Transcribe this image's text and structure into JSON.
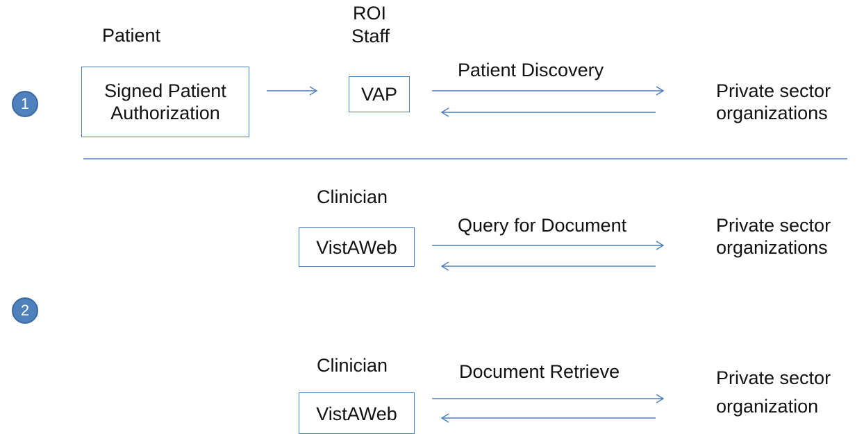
{
  "badges": {
    "step1": "1",
    "step2": "2"
  },
  "section1": {
    "actor_patient": "Patient",
    "actor_roi_line1": "ROI",
    "actor_roi_line2": "Staff",
    "box_auth_line1": "Signed Patient",
    "box_auth_line2": "Authorization",
    "box_vap": "VAP",
    "exchange_label": "Patient Discovery",
    "target_line1": "Private sector",
    "target_line2": "organizations"
  },
  "section2": {
    "actor": "Clinician",
    "box": "VistAWeb",
    "exchange_label": "Query for Document",
    "target_line1": "Private sector",
    "target_line2": "organizations"
  },
  "section3": {
    "actor": "Clinician",
    "box": "VistAWeb",
    "exchange_label": "Document Retrieve",
    "target_line1": "Private sector",
    "target_line2": "organization"
  },
  "colors": {
    "accent": "#4a7ebb",
    "badge_fill": "#4f81bd",
    "text": "#111111"
  }
}
